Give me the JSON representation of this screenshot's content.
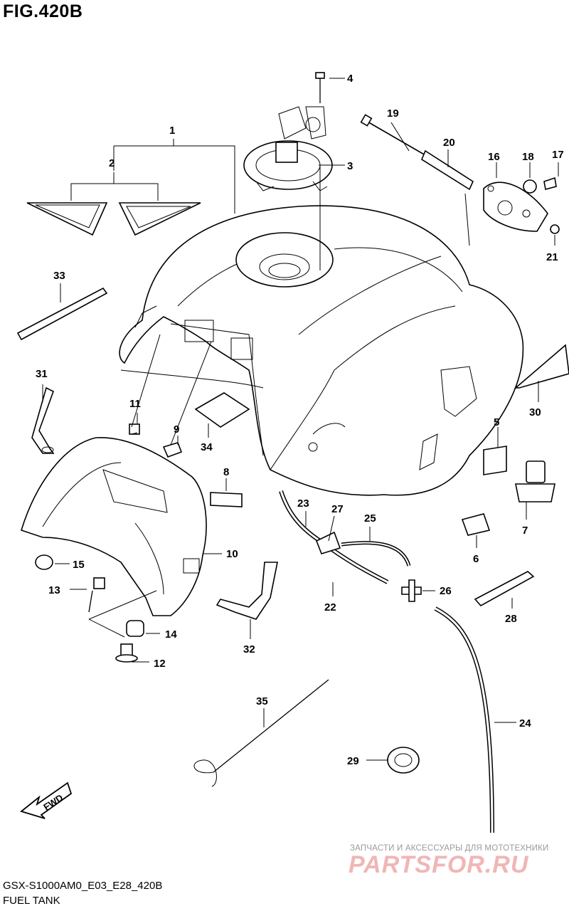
{
  "figure": {
    "title": "FIG.420B",
    "model_code": "GSX-S1000AM0_E03_E28_420B",
    "caption": "FUEL TANK",
    "direction_label": "FWD"
  },
  "watermark": {
    "tagline": "ЗАПЧАСТИ И АКСЕССУАРЫ ДЛЯ МОТОТЕХНИКИ",
    "logo_text": "PARTSFOR.RU"
  },
  "callouts": [
    "1",
    "2",
    "3",
    "4",
    "5",
    "6",
    "7",
    "8",
    "9",
    "10",
    "11",
    "12",
    "13",
    "14",
    "15",
    "16",
    "17",
    "18",
    "19",
    "20",
    "21",
    "22",
    "23",
    "24",
    "25",
    "26",
    "27",
    "28",
    "29",
    "30",
    "31",
    "32",
    "33",
    "34",
    "35"
  ]
}
